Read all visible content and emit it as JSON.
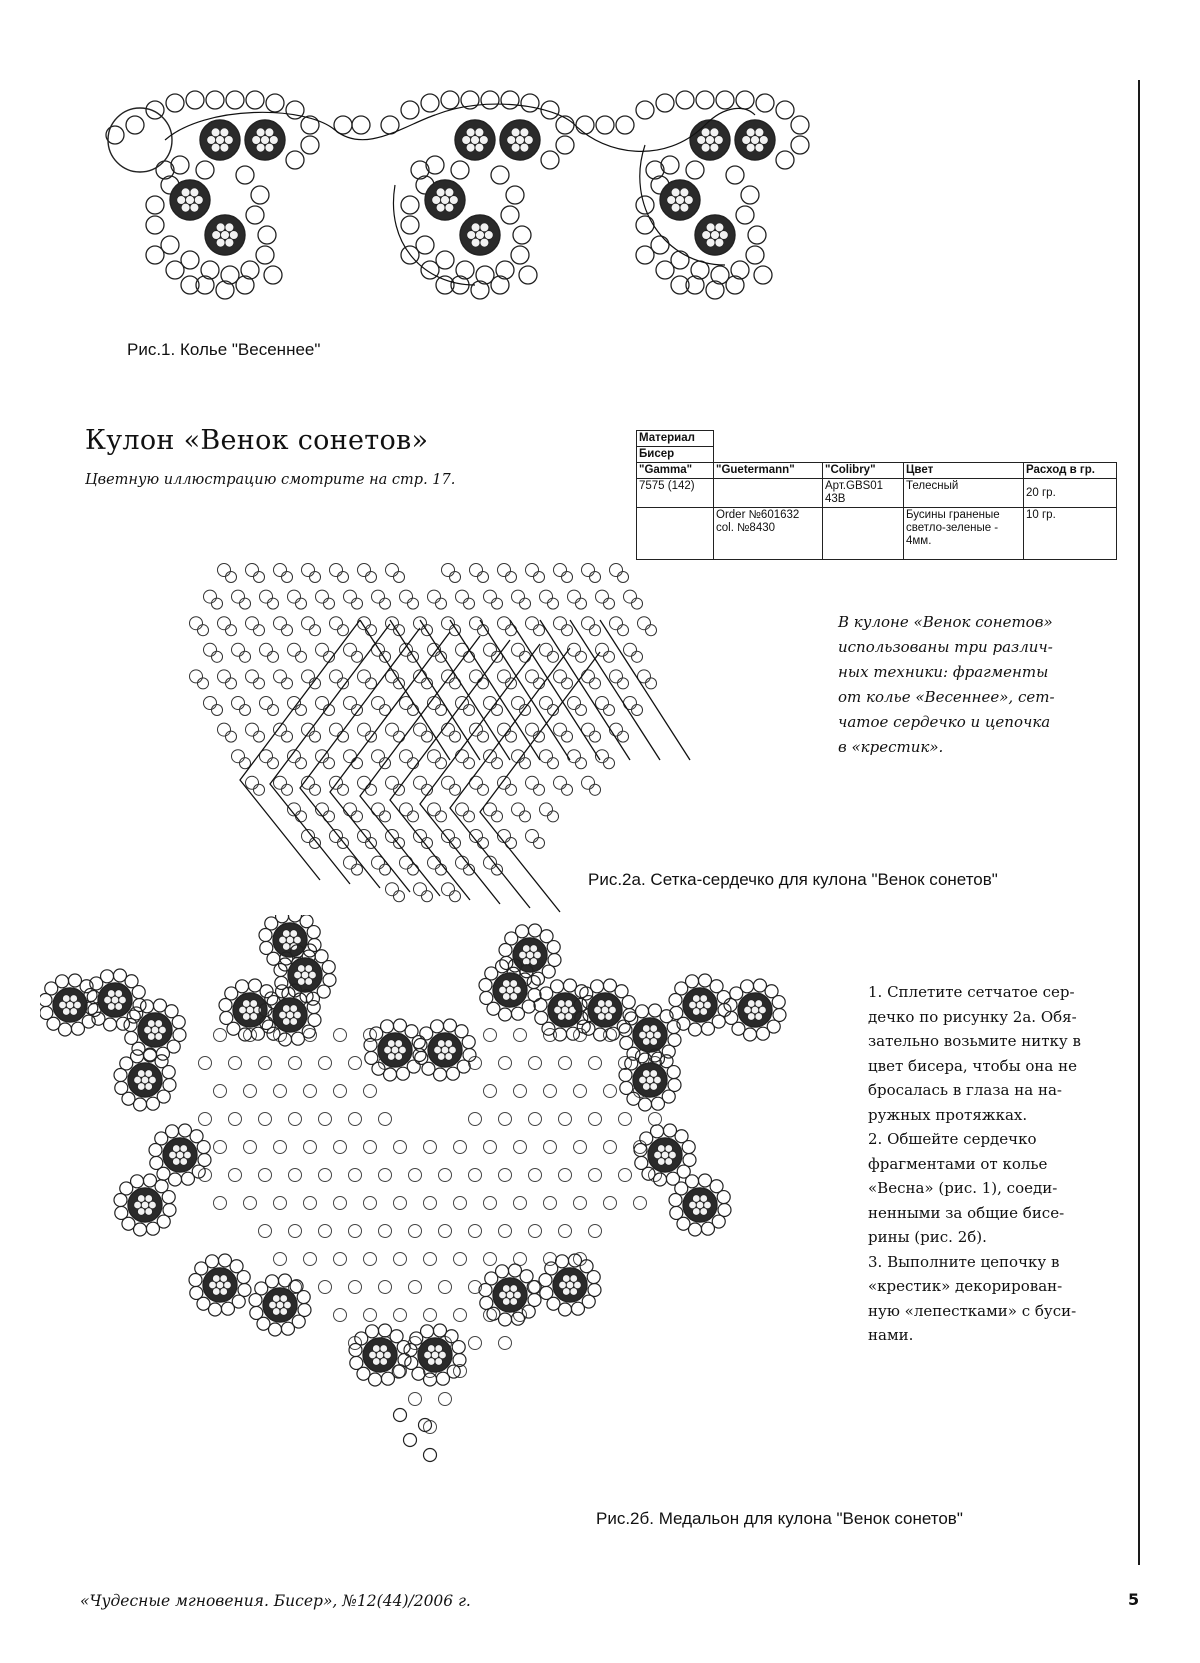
{
  "fig1": {
    "caption": "Рис.1. Колье \"Весеннее\""
  },
  "article": {
    "title": "Кулон «Венок сонетов»",
    "subtitle": "Цветную иллюстрацию смотрите на стр. 17."
  },
  "materials": {
    "h1": "Материал",
    "h2": "Бисер",
    "col_gamma": "\"Gamma\"",
    "col_guetermann": "\"Guetermann\"",
    "col_colibry": "\"Colibry\"",
    "col_color": "Цвет",
    "col_usage": "Расход в гр.",
    "r1_gamma": "7575 (142)",
    "r1_guetermann": "",
    "r1_colibry": "Арт.GBS01 43B",
    "r1_color": "Телесный",
    "r1_usage": "20 гр.",
    "r2_gamma": "",
    "r2_guetermann": "Order №601632 col. №8430",
    "r2_colibry": "",
    "r2_color": "Бусины граненые светло-зеленые - 4мм.",
    "r2_usage": "10 гр."
  },
  "intro_lines": [
    "В кулоне «Венок сонетов»",
    "использованы три различ-",
    "ных техники: фрагменты",
    "от колье «Весеннее», сет-",
    "чатое сердечко и цепочка",
    "в «крестик»."
  ],
  "fig2a": {
    "caption": "Рис.2а. Сетка-сердечко  для кулона \"Венок сонетов\""
  },
  "steps_lines": [
    "1. Сплетите сетчатое сер-",
    "дечко по рисунку 2а. Обя-",
    "зательно возьмите нитку в",
    "цвет бисера, чтобы она не",
    "бросалась в глаза на на-",
    "ружных протяжках.",
    "2.    Обшейте    сердечко",
    "фрагментами    от    колье",
    "«Весна» (рис. 1), соеди-",
    "ненными за общие бисе-",
    "рины (рис. 2б).",
    "3. Выполните цепочку в",
    "«крестик»  декорирован-",
    "ную «лепестками» с буси-",
    "нами."
  ],
  "fig2b": {
    "caption": "Рис.2б. Медальон для кулона \"Венок сонетов\""
  },
  "footer": {
    "text": "«Чудесные мгновения. Бисер», №12(44)/2006 г.",
    "page": "5"
  }
}
